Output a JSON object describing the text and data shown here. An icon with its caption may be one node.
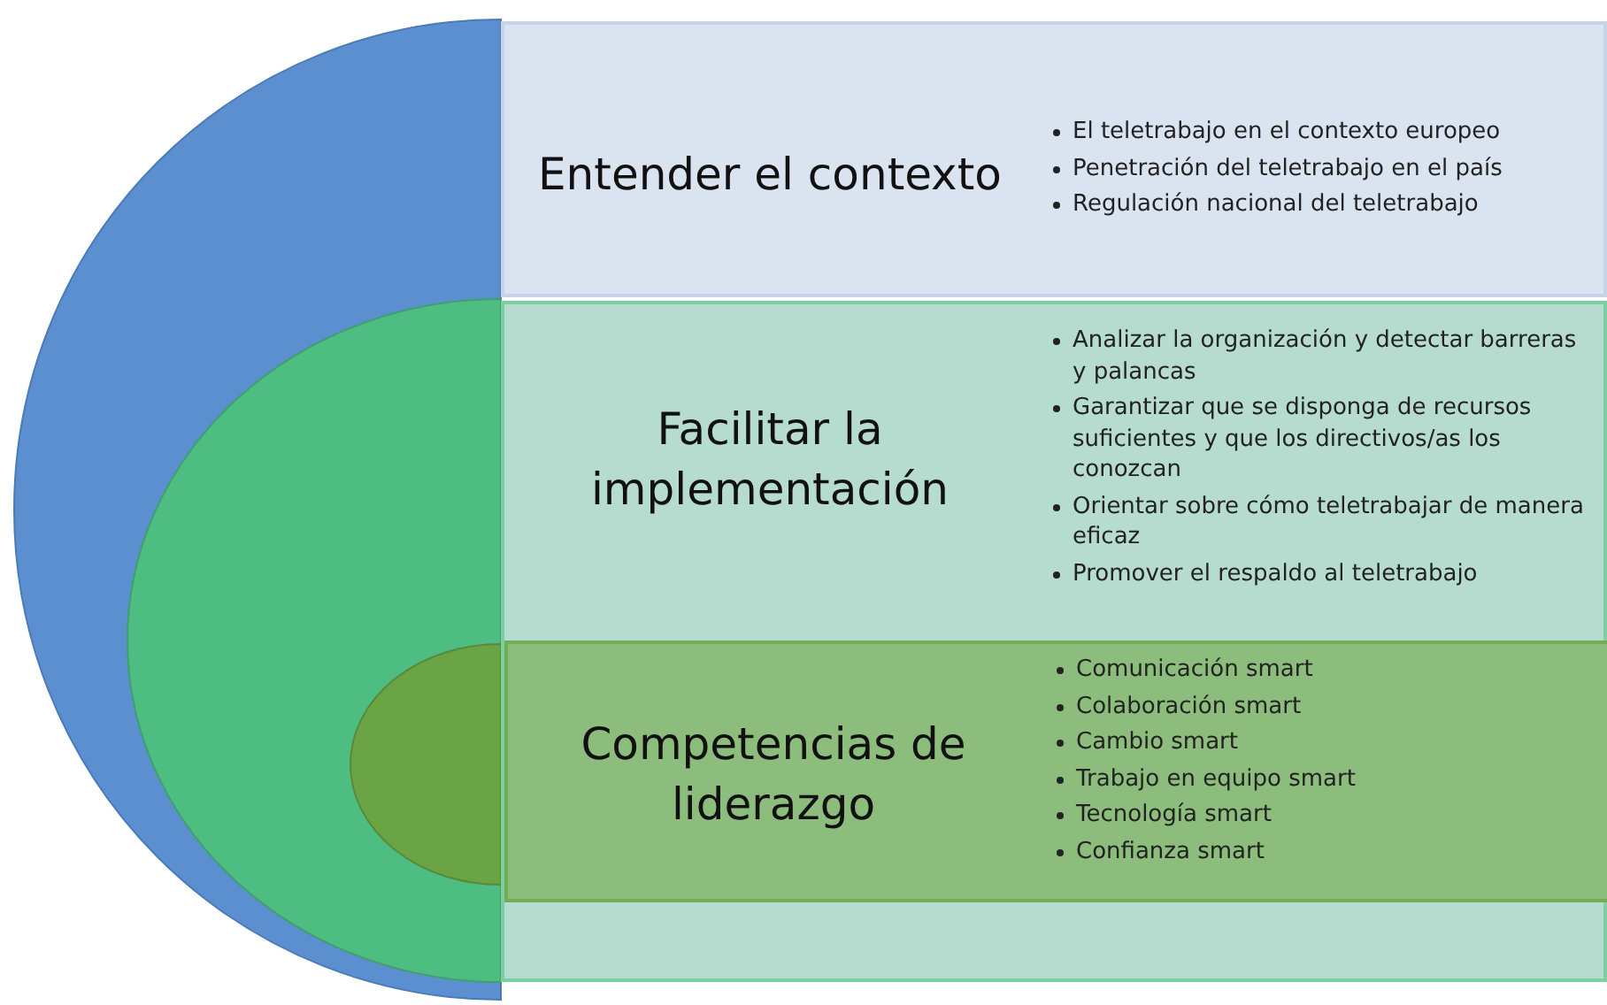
{
  "diagram": {
    "nodes": [
      {
        "text": [
          "Entender el contexto",
          "El teletrabajo en el contexto europeo",
          "Penetración del teletrabajo en el país",
          "Regulación nacional del teletrabajo"
        ]
      },
      {
        "text": [
          "Facilitar la implementación",
          "Analizar la organización y detectar barreras y palancas",
          "Garantizar que se disponga de recursos suficientes y que los  directivos/as los conozcan",
          "Orientar sobre cómo teletrabajar de manera eficaz",
          "Promover el respaldo al teletrabajo"
        ]
      },
      {
        "text": [
          "Competencias de liderazgo",
          "Comunicación smart",
          "Colaboración smart",
          "Cambio smart",
          "Trabajo en equipo smart",
          "Tecnología smart",
          "Confianza smart"
        ],
        "in": 1
      },
      {
        "text": [],
        "shape": "semicircle"
      },
      {
        "text": [],
        "shape": "semicircle",
        "in": 3
      },
      {
        "text": [],
        "shape": "semicircle",
        "in": 4
      }
    ]
  }
}
